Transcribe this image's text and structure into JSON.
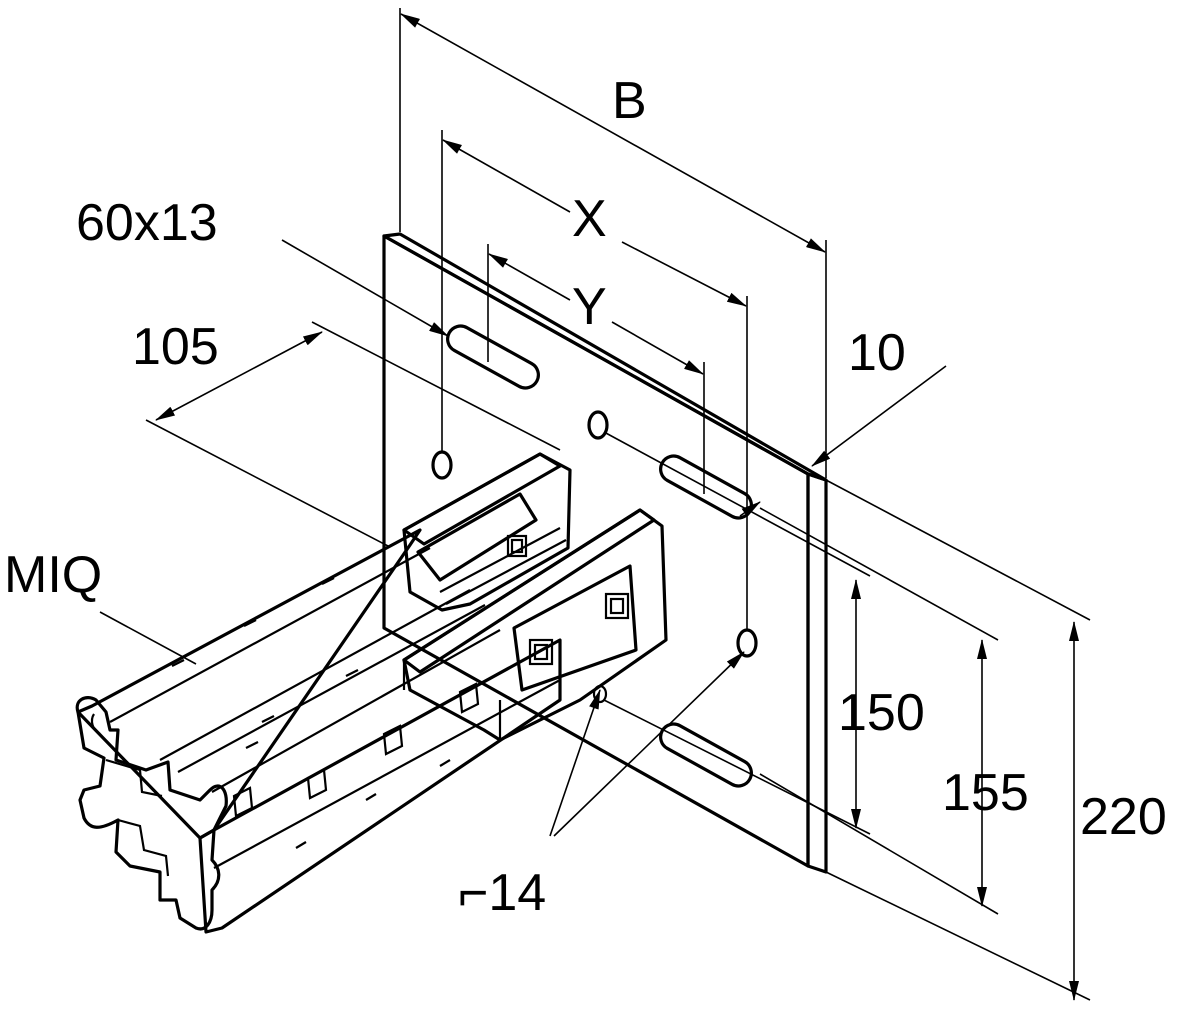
{
  "labels": {
    "B": "B",
    "X": "X",
    "Y": "Y",
    "slot": "60x13",
    "depth": "105",
    "thickness": "10",
    "profile": "MIQ",
    "h150": "150",
    "h155": "155",
    "h220": "220",
    "hole": "⌐14"
  },
  "colors": {
    "plate": "#dcdcdc",
    "plate_edge": "#b9b9b9",
    "channel": "#ffffff",
    "bracket": "#e2e2e2",
    "line": "#000000"
  }
}
